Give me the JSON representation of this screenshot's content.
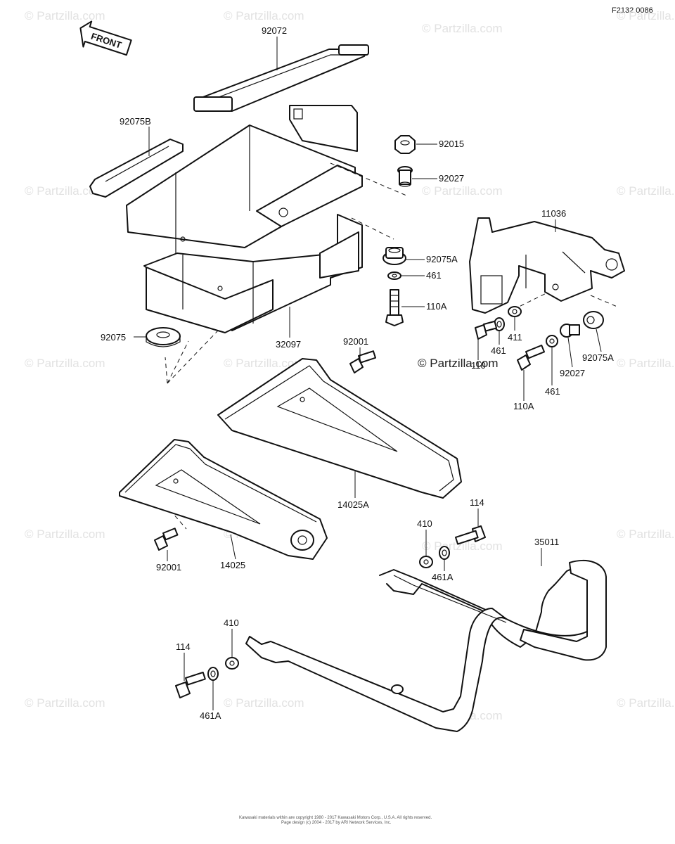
{
  "figure_code": "F2132 0086",
  "front_label": "FRONT",
  "watermark_text": "© Partzilla.com",
  "watermark_center": "© Partzilla.com",
  "footer_lines": [
    "Kawasaki materials within are copyright 1980 - 2017 Kawasaki Motors Corp., U.S.A. All rights reserved.",
    "Page design (c) 2004 - 2017 by ARI Network Services, Inc."
  ],
  "part_labels": {
    "p92072": "92072",
    "p92075B": "92075B",
    "p92015": "92015",
    "p92027_top": "92027",
    "p11036": "11036",
    "p92075A_top": "92075A",
    "p461_top": "461",
    "p110A_top": "110A",
    "p92075": "92075",
    "p32097": "32097",
    "p92001_top": "92001",
    "p411": "411",
    "p461_mid": "461",
    "p110": "110",
    "p92075A_right": "92075A",
    "p92027_right": "92027",
    "p461_right": "461",
    "p110A_right": "110A",
    "p14025A": "14025A",
    "p114_top": "114",
    "p410_top": "410",
    "p461A_top": "461A",
    "p35011": "35011",
    "p92001_bottom": "92001",
    "p14025": "14025",
    "p410_bottom": "410",
    "p114_bottom": "114",
    "p461A_bottom": "461A"
  }
}
